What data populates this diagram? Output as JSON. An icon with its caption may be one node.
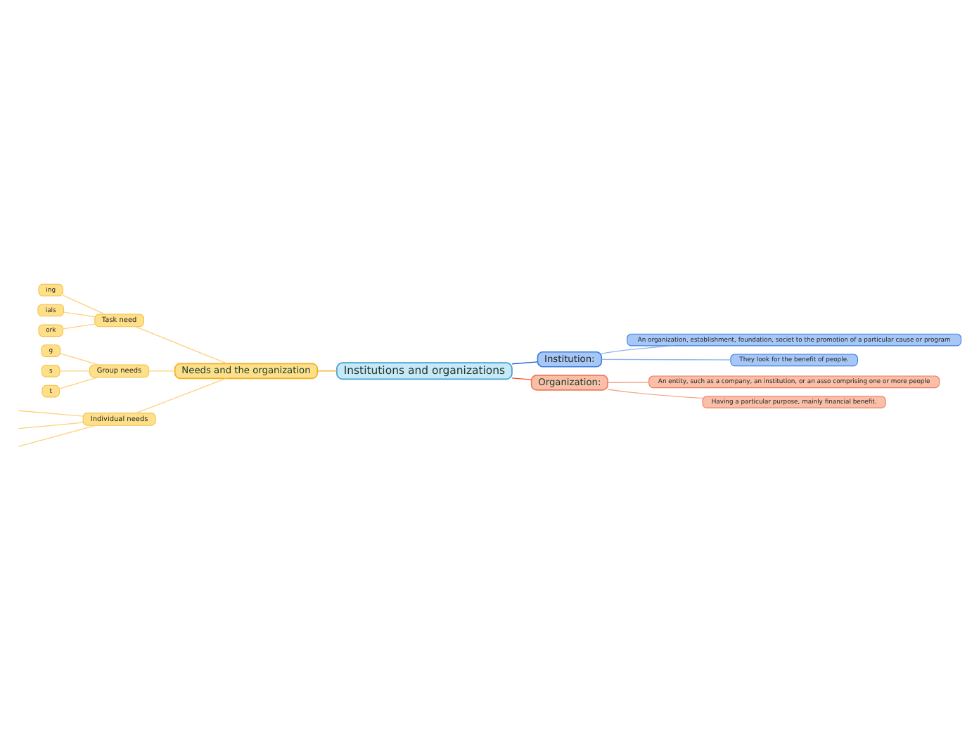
{
  "diagram": {
    "nodes": [
      {
        "text": [
          "Institutions and organizations"
        ]
      },
      {
        "text": [
          "Needs and the organization"
        ]
      },
      {
        "text": [
          "Task need"
        ]
      },
      {
        "text": [
          "ing"
        ]
      },
      {
        "text": [
          "ials"
        ]
      },
      {
        "text": [
          "ork"
        ]
      },
      {
        "text": [
          "Group needs"
        ]
      },
      {
        "text": [
          "g"
        ]
      },
      {
        "text": [
          "s"
        ]
      },
      {
        "text": [
          "t"
        ]
      },
      {
        "text": [
          "Individual needs"
        ]
      },
      {
        "text": [
          "Institution:"
        ]
      },
      {
        "text": [
          "An organization, establishment, foundation, societ to the promotion of a particular cause or program"
        ]
      },
      {
        "text": [
          "They look for the benefit of people."
        ]
      },
      {
        "text": [
          "Organization:"
        ]
      },
      {
        "text": [
          "An entity, such as a company, an institution, or an asso comprising one or more people"
        ]
      },
      {
        "text": [
          "Having a particular purpose, mainly financial benefit."
        ]
      }
    ],
    "edges": [
      {
        "from": 0,
        "to": 1,
        "arrow": "none",
        "color": "#f0b020"
      },
      {
        "from": 1,
        "to": 2,
        "arrow": "none"
      },
      {
        "from": 2,
        "to": 3,
        "arrow": "none"
      },
      {
        "from": 2,
        "to": 4,
        "arrow": "none"
      },
      {
        "from": 2,
        "to": 5,
        "arrow": "none"
      },
      {
        "from": 1,
        "to": 6,
        "arrow": "none"
      },
      {
        "from": 6,
        "to": 7,
        "arrow": "none"
      },
      {
        "from": 6,
        "to": 8,
        "arrow": "none"
      },
      {
        "from": 6,
        "to": 9,
        "arrow": "none"
      },
      {
        "from": 1,
        "to": 10,
        "arrow": "none"
      },
      {
        "from": 10,
        "to": null,
        "arrow": "none"
      },
      {
        "from": 10,
        "to": null,
        "arrow": "none"
      },
      {
        "from": 10,
        "to": null,
        "arrow": "none"
      },
      {
        "from": 0,
        "to": 11,
        "arrow": "none",
        "color": "#1f5fd0"
      },
      {
        "from": 11,
        "to": 12,
        "arrow": "none",
        "color": "#8fb4ef"
      },
      {
        "from": 11,
        "to": 13,
        "arrow": "none",
        "color": "#8fb4ef"
      },
      {
        "from": 0,
        "to": 14,
        "arrow": "none",
        "color": "#f05020"
      },
      {
        "from": 14,
        "to": 15,
        "arrow": "none",
        "color": "#f7a88c"
      },
      {
        "from": 14,
        "to": 16,
        "arrow": "none",
        "color": "#f7a88c"
      }
    ]
  }
}
